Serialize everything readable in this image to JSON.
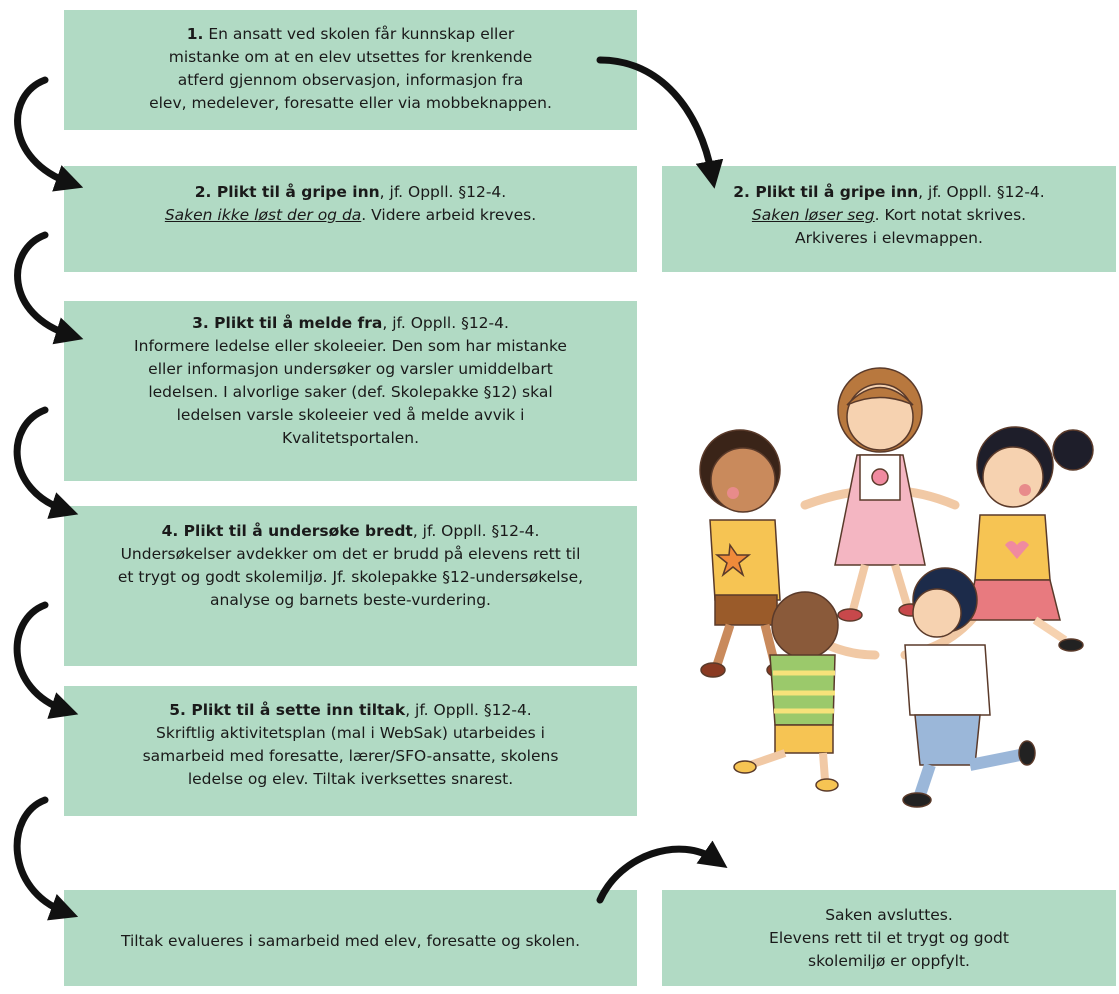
{
  "steps": {
    "s1": {
      "num": "1.",
      "line1": " En ansatt ved skolen får kunnskap eller",
      "line2": "mistanke om at en elev utsettes for krenkende",
      "line3": "atferd gjennom observasjon, informasjon fra",
      "line4": "elev, medelever, foresatte eller via mobbeknappen."
    },
    "s2a": {
      "title": "2. Plikt til å gripe inn",
      "ref": ", jf. Oppll. §12-4.",
      "emph": "Saken ikke løst der og da",
      "rest": ". Videre arbeid kreves."
    },
    "s2b": {
      "title": "2. Plikt til å gripe inn",
      "ref": ", jf. Oppll. §12-4.",
      "emph": "Saken løser seg",
      "rest": ". Kort notat skrives.",
      "line3": "Arkiveres i elevmappen."
    },
    "s3": {
      "title": "3. Plikt til å melde fra",
      "ref": ", jf. Oppll. §12-4.",
      "line2": "Informere ledelse eller skoleeier. Den som har mistanke",
      "line3": "eller informasjon undersøker og varsler umiddelbart",
      "line4": "ledelsen. I alvorlige saker (def. Skolepakke §12) skal",
      "line5": "ledelsen varsle skoleeier ved å melde avvik i",
      "line6": "Kvalitetsportalen."
    },
    "s4": {
      "title": "4. Plikt til å undersøke bredt",
      "ref": ", jf. Oppll. §12-4.",
      "line2": "Undersøkelser avdekker om det er brudd på elevens rett til",
      "line3": "et trygt og godt skolemiljø. Jf. skolepakke §12-undersøkelse,",
      "line4": "analyse og barnets beste-vurdering."
    },
    "s5": {
      "title": "5. Plikt til å sette inn tiltak",
      "ref": ", jf. Oppll. §12-4.",
      "line2": "Skriftlig aktivitetsplan (mal i WebSak) utarbeides i",
      "line3": "samarbeid med foresatte, lærer/SFO-ansatte, skolens",
      "line4": "ledelse og elev. Tiltak iverksettes snarest."
    },
    "s6": {
      "line1": "Tiltak evalueres i samarbeid med elev, foresatte og skolen."
    },
    "s7": {
      "line1": "Saken avsluttes.",
      "line2": "Elevens rett til et trygt og godt",
      "line3": "skolemiljø er oppfylt."
    }
  },
  "colors": {
    "box_fill": "#b1dac4",
    "arrow": "#111111"
  },
  "illustration": "children-playing-in-circle"
}
